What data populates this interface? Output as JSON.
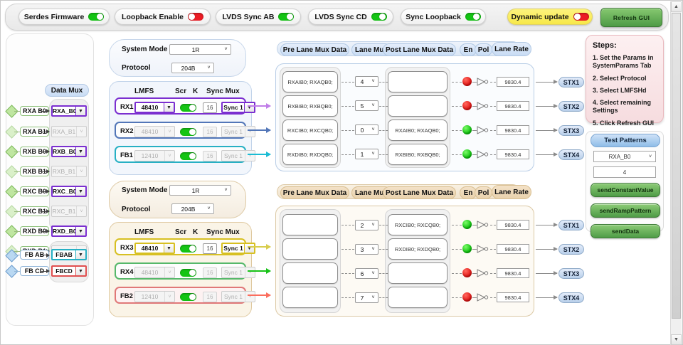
{
  "toolbar": {
    "toggles": [
      {
        "label": "Serdes Firmware",
        "state": "on"
      },
      {
        "label": "Loopback Enable",
        "state": "off"
      },
      {
        "label": "LVDS Sync AB",
        "state": "on"
      },
      {
        "label": "LVDS Sync CD",
        "state": "on"
      },
      {
        "label": "Sync Loopback",
        "state": "on"
      }
    ],
    "dynamic_update": {
      "label": "Dynamic update",
      "state": "off"
    },
    "refresh_button": "Refresh GUI"
  },
  "data_mux": {
    "title": "Data Mux",
    "rx_rows": [
      {
        "label": "RXA B0",
        "value": "RXA_B0",
        "enabled": true
      },
      {
        "label": "RXA B1",
        "value": "RXA_B1",
        "enabled": false
      },
      {
        "label": "RXB B0",
        "value": "RXB_B0",
        "enabled": true
      },
      {
        "label": "RXB B1",
        "value": "RXB_B1",
        "enabled": false
      },
      {
        "label": "RXC B0",
        "value": "RXC_B0",
        "enabled": true
      },
      {
        "label": "RXC B1",
        "value": "RXC_B1",
        "enabled": false
      },
      {
        "label": "RXD B0",
        "value": "RXD_B0",
        "enabled": true
      },
      {
        "label": "RXD B1",
        "value": "RXD_B1",
        "enabled": false
      }
    ],
    "fb_rows": [
      {
        "label": "FB AB",
        "value": "FBAB",
        "accent": "cyan"
      },
      {
        "label": "FB CD",
        "value": "FBCD",
        "accent": "red"
      }
    ]
  },
  "sysparams": [
    {
      "system_mode_label": "System Mode",
      "system_mode_value": "1R",
      "protocol_label": "Protocol",
      "protocol_value": "204B"
    },
    {
      "system_mode_label": "System Mode",
      "system_mode_value": "1R",
      "protocol_label": "Protocol",
      "protocol_value": "204B"
    }
  ],
  "lmfs_groups": [
    {
      "headers": {
        "lmfs": "LMFS",
        "scr": "Scr",
        "k": "K",
        "syncmux": "Sync Mux"
      },
      "rows": [
        {
          "name": "RX1",
          "lmfs": "48410",
          "scr": "on",
          "k": "16",
          "sync": "Sync 1",
          "enabled": true,
          "accent": "#7b2fd0"
        },
        {
          "name": "RX2",
          "lmfs": "48410",
          "scr": "on",
          "k": "16",
          "sync": "Sync 1",
          "enabled": false,
          "accent": "#5276b8"
        },
        {
          "name": "FB1",
          "lmfs": "12410",
          "scr": "on",
          "k": "16",
          "sync": "Sync 1",
          "enabled": false,
          "accent": "#27b0c4"
        }
      ]
    },
    {
      "headers": {
        "lmfs": "LMFS",
        "scr": "Scr",
        "k": "K",
        "syncmux": "Sync Mux"
      },
      "rows": [
        {
          "name": "RX3",
          "lmfs": "48410",
          "scr": "on",
          "k": "16",
          "sync": "Sync 1",
          "enabled": true,
          "accent": "#d7c022"
        },
        {
          "name": "RX4",
          "lmfs": "48410",
          "scr": "on",
          "k": "16",
          "sync": "Sync 1",
          "enabled": false,
          "accent": "#3cc23c"
        },
        {
          "name": "FB2",
          "lmfs": "12410",
          "scr": "on",
          "k": "16",
          "sync": "Sync 1",
          "enabled": false,
          "accent": "#e76b6b"
        }
      ]
    }
  ],
  "lane_tables": [
    {
      "headers": [
        "Pre Lane Mux Data",
        "Lane Mux",
        "Post Lane Mux Data",
        "En",
        "Pol",
        "Lane Rate"
      ],
      "rows": [
        {
          "pre": "RXAIB0; RXAQB0;",
          "mux": "4",
          "post": "",
          "en": "red",
          "rate": "9830.4",
          "stx": "STX1"
        },
        {
          "pre": "RXBIB0; RXBQB0;",
          "mux": "5",
          "post": "",
          "en": "red",
          "rate": "9830.4",
          "stx": "STX2"
        },
        {
          "pre": "RXCIB0; RXCQB0;",
          "mux": "0",
          "post": "RXAIB0; RXAQB0;",
          "en": "green",
          "rate": "9830.4",
          "stx": "STX3"
        },
        {
          "pre": "RXDIB0; RXDQB0;",
          "mux": "1",
          "post": "RXBIB0; RXBQB0;",
          "en": "green",
          "rate": "9830.4",
          "stx": "STX4"
        }
      ]
    },
    {
      "headers": [
        "Pre Lane Mux Data",
        "Lane Mux",
        "Post Lane Mux Data",
        "En",
        "Pol",
        "Lane Rate"
      ],
      "rows": [
        {
          "pre": "",
          "mux": "2",
          "post": "RXCIB0; RXCQB0;",
          "en": "green",
          "rate": "9830.4",
          "stx": "STX1"
        },
        {
          "pre": "",
          "mux": "3",
          "post": "RXDIB0; RXDQB0;",
          "en": "green",
          "rate": "9830.4",
          "stx": "STX2"
        },
        {
          "pre": "",
          "mux": "6",
          "post": "",
          "en": "red",
          "rate": "9830.4",
          "stx": "STX3"
        },
        {
          "pre": "",
          "mux": "7",
          "post": "",
          "en": "red",
          "rate": "9830.4",
          "stx": "STX4"
        }
      ]
    }
  ],
  "steps": {
    "title": "Steps:",
    "items": [
      "1. Set the Params in SystemParams Tab",
      "2. Select Protocol",
      "3. Select LMFSHd",
      "4. Select remaining Settings",
      "5. Click Refresh GUI"
    ]
  },
  "test_patterns": {
    "title": "Test Patterns",
    "source_value": "RXA_B0",
    "constant_value": "4",
    "buttons": [
      "sendConstantValue",
      "sendRampPattern",
      "sendData"
    ]
  },
  "colors": {
    "led_red": "#e00d0d",
    "led_green": "#05c005",
    "accent_purple": "#7b2fd0",
    "accent_cyan": "#27b0c4",
    "accent_red": "#e05050",
    "accent_yellow": "#d7c022",
    "accent_green": "#3cc23c",
    "accent_blue": "#5276b8",
    "toolbar_yellow": "#f7e848",
    "button_green": "#4e9b46"
  }
}
